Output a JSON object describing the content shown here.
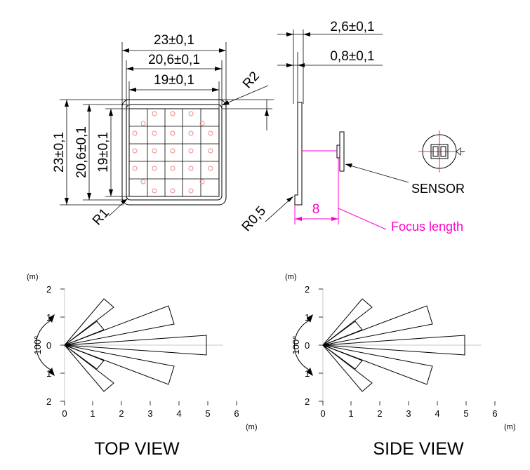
{
  "dimensions": {
    "outer_width": "23±0,1",
    "mid_width": "20,6±0,1",
    "inner_width": "19±0,1",
    "outer_height": "23±0,1",
    "mid_height": "20,6±0,1",
    "inner_height": "19±0,1",
    "corner_radius_outer": "R2",
    "corner_radius_inner": "R1",
    "thickness": "2,6±0,1",
    "lens_thickness": "0,8±0,1",
    "edge_radius": "R0,5",
    "focus_value": "8",
    "focus_label": "Focus length",
    "sensor_label": "SENSOR"
  },
  "views": [
    {
      "title": "TOP VIEW",
      "angle_label": "100°",
      "y_unit": "(m)",
      "x_unit": "(m)",
      "x_ticks": [
        "0",
        "1",
        "2",
        "3",
        "4",
        "5",
        "6"
      ],
      "y_ticks": [
        "2",
        "1",
        "0",
        "1",
        "2"
      ]
    },
    {
      "title": "SIDE VIEW",
      "angle_label": "100°",
      "y_unit": "(m)",
      "x_unit": "(m)",
      "x_ticks": [
        "0",
        "1",
        "2",
        "3",
        "4",
        "5",
        "6"
      ],
      "y_ticks": [
        "2",
        "1",
        "0",
        "1",
        "2"
      ]
    }
  ],
  "colors": {
    "accent": "#ff00cc",
    "lens_marker": "#ee8888",
    "line": "#000000",
    "grid": "#c8c8c8"
  }
}
